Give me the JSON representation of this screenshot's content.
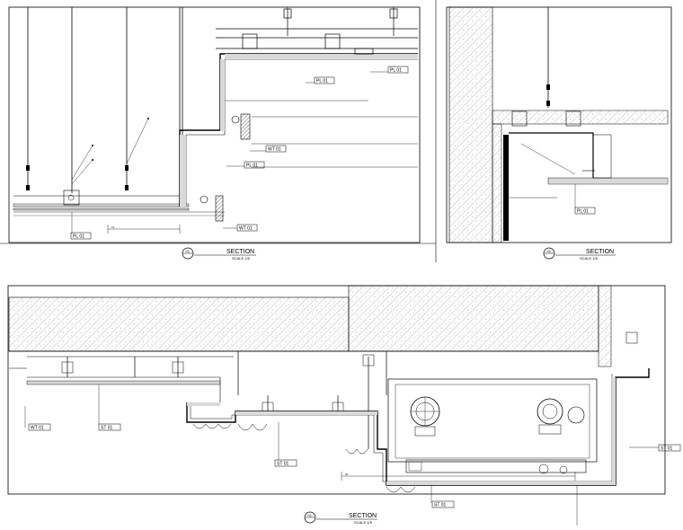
{
  "panels": {
    "top_left": {
      "title": "SECTION",
      "scale": "SCALE 1/5",
      "bubble_top": "01",
      "bubble_bottom": ""
    },
    "top_right": {
      "title": "SECTION",
      "scale": "SCALE 1/5",
      "bubble_top": "01",
      "bubble_bottom": ""
    },
    "bottom": {
      "title": "SECTION",
      "scale": "SCALE 1/5",
      "bubble_top": "01",
      "bubble_bottom": ""
    }
  },
  "tags": {
    "pl01": "PL 01",
    "wt01": "WT 01",
    "st01": "ST 01"
  },
  "dims": {
    "d1": "12",
    "d2": "20"
  },
  "colors": {
    "line": "#000000",
    "hatch": "#555555",
    "background": "#ffffff"
  }
}
